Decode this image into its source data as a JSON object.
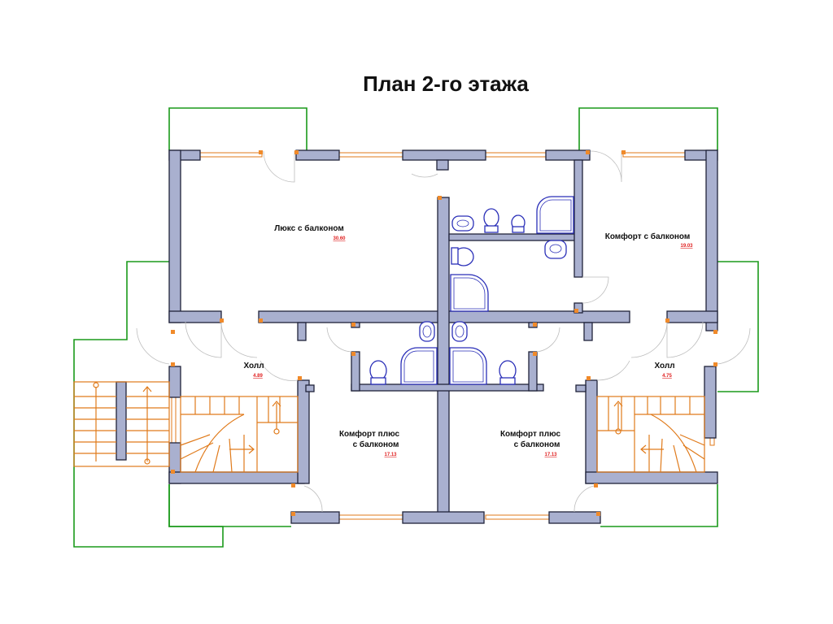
{
  "title": "План 2-го этажа",
  "rooms": [
    {
      "name": "Люкс с балконом",
      "area": "30.60"
    },
    {
      "name": "Комфорт с балконом",
      "area": "19.03"
    },
    {
      "name": "Холл",
      "area": "4.89"
    },
    {
      "name": "Холл",
      "area": "4.75"
    },
    {
      "name_line1": "Комфорт плюс",
      "name_line2": "с балконом",
      "area": "17.13"
    },
    {
      "name_line1": "Комфорт плюс",
      "name_line2": "с балконом",
      "area": "17.13"
    }
  ],
  "colors": {
    "wall_fill": "#a9b0cf",
    "wall_stroke": "#20243a",
    "balcony": "#1a9a1a",
    "window_stair": "#e07a1a",
    "fixtures": "#2a2fb8",
    "area_text": "#e02020"
  }
}
